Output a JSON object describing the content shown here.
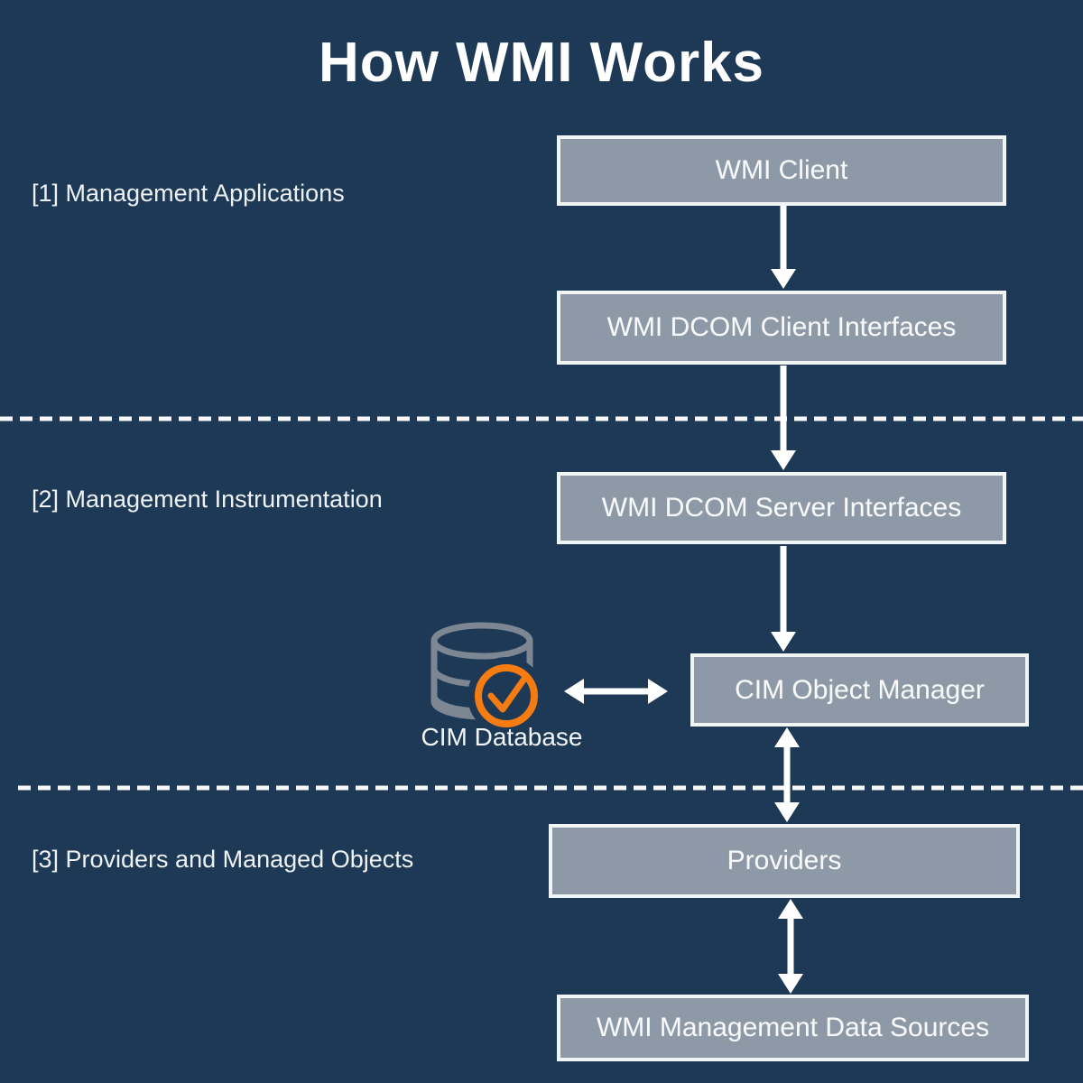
{
  "title": "How WMI Works",
  "sections": [
    {
      "label": "[1] Management Applications"
    },
    {
      "label": "[2] Management Instrumentation"
    },
    {
      "label": "[3] Providers and Managed Objects"
    }
  ],
  "boxes": {
    "wmi_client": "WMI Client",
    "dcom_client": "WMI DCOM Client Interfaces",
    "dcom_server": "WMI DCOM Server Interfaces",
    "cim_object_manager": "CIM Object Manager",
    "providers": "Providers",
    "data_sources": "WMI Management Data Sources"
  },
  "database": {
    "label": "CIM Database",
    "icon": "database-icon",
    "badge": "check-circle-icon"
  },
  "colors": {
    "background": "#1d3956",
    "box_fill": "#8d99a7",
    "box_border": "#f2f5f6",
    "text": "#f7f9fa",
    "accent_orange": "#f57c13",
    "database_gray": "#7d8793"
  }
}
